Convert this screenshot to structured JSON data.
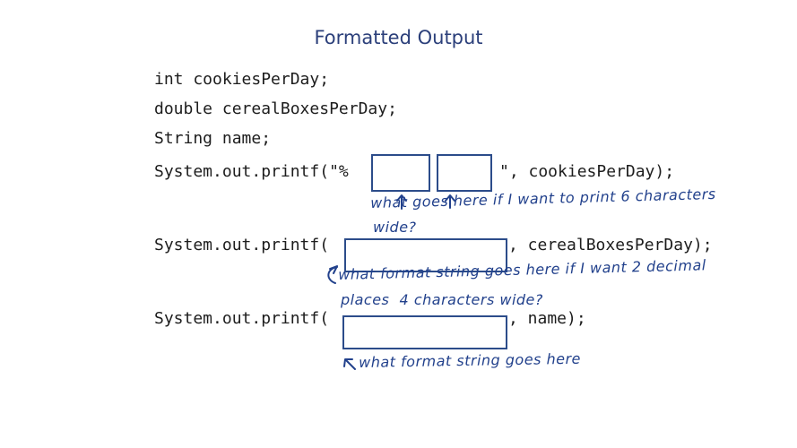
{
  "title": "Formatted Output",
  "code": {
    "line1": "int cookiesPerDay;",
    "line2": "double cerealBoxesPerDay;",
    "line3": "String name;",
    "printf1_prefix": "System.out.printf(\"%",
    "printf1_suffix": "\", cookiesPerDay);",
    "printf2_prefix": "System.out.printf(",
    "printf2_suffix": ", cerealBoxesPerDay);",
    "printf3_prefix": "System.out.printf(",
    "printf3_suffix": ", name);"
  },
  "annotations": {
    "note1_line1": "what goes here if I want to print 6 characters",
    "note1_line2": "wide?",
    "note2_line1": "what format string goes here if I want 2 decimal",
    "note2_line2": "places  4 characters wide?",
    "note3": "what format string goes here"
  },
  "colors": {
    "title": "#2b3f7a",
    "ink": "#22418c",
    "code": "#1d1d1d"
  }
}
